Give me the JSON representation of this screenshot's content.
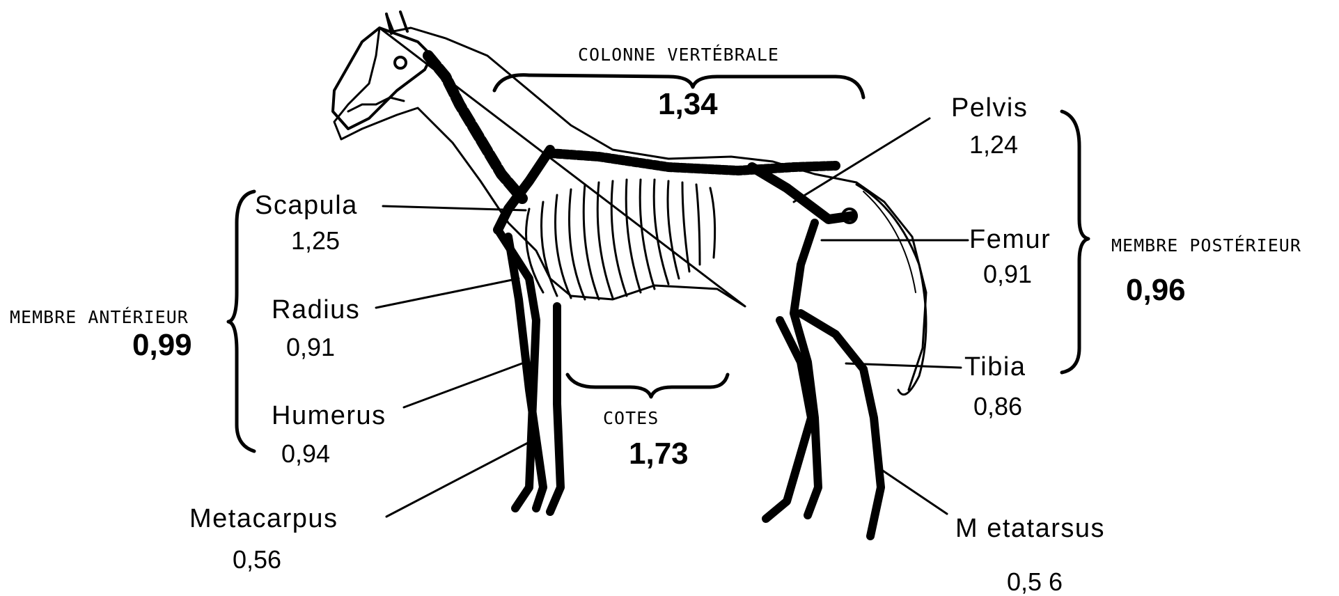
{
  "groups": {
    "colonne": {
      "label": "COLONNE VERTÉBRALE",
      "value": "1,34"
    },
    "cotes": {
      "label": "COTES",
      "value": "1,73"
    },
    "anterieur": {
      "label": "MEMBRE ANTÉRIEUR",
      "value": "0,99"
    },
    "posterieur": {
      "label": "MEMBRE POSTÉRIEUR",
      "value": "0,96"
    }
  },
  "bones": {
    "scapula": {
      "name": "Scapula",
      "value": "1,25"
    },
    "radius": {
      "name": "Radius",
      "value": "0,91"
    },
    "humerus": {
      "name": "Humerus",
      "value": "0,94"
    },
    "metacarpus": {
      "name": "Metacarpus",
      "value": "0,56"
    },
    "pelvis": {
      "name": "Pelvis",
      "value": "1,24"
    },
    "femur": {
      "name": "Femur",
      "value": "0,91"
    },
    "tibia": {
      "name": "Tibia",
      "value": "0,86"
    },
    "metatarsus": {
      "name": "M etatarsus",
      "value": "0,5 6"
    }
  },
  "colors": {
    "ink": "#000000",
    "paper": "#ffffff"
  }
}
